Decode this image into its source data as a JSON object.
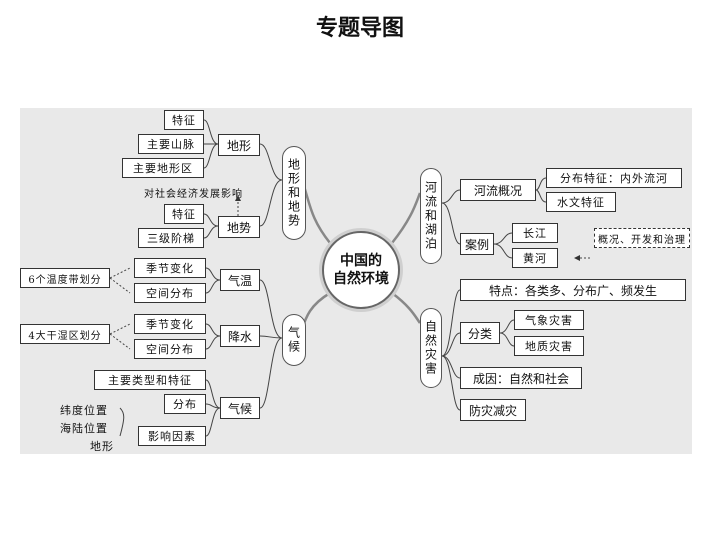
{
  "title": "专题导图",
  "center": {
    "line1": "中国的",
    "line2": "自然环境"
  },
  "branches": {
    "terrain": {
      "label": "地形和地势",
      "dixing": "地形",
      "dixing_items": [
        "特征",
        "主要山脉",
        "主要地形区"
      ],
      "impact_note": "对社会经济发展影响",
      "dishi": "地势",
      "dishi_items": [
        "特征",
        "三级阶梯"
      ]
    },
    "climate": {
      "label": "气候",
      "qiwen": "气温",
      "qiwen_items": [
        "季节变化",
        "空间分布"
      ],
      "qiwen_note": "6个温度带划分",
      "jiangshui": "降水",
      "jiangshui_items": [
        "季节变化",
        "空间分布"
      ],
      "jiangshui_note": "4大干湿区划分",
      "qihou": "气候",
      "qihou_items": [
        "主要类型和特征",
        "分布",
        "影响因素"
      ],
      "factors": [
        "纬度位置",
        "海陆位置",
        "地形"
      ]
    },
    "rivers": {
      "label": "河流和湖泊",
      "overview": "河流概况",
      "overview_items": [
        "分布特征：内外流河",
        "水文特征"
      ],
      "cases": "案例",
      "case_items": [
        "长江",
        "黄河"
      ],
      "case_note": "概况、开发和治理"
    },
    "disasters": {
      "label": "自然灾害",
      "features": "特点：各类多、分布广、频发生",
      "classify": "分类",
      "classify_items": [
        "气象灾害",
        "地质灾害"
      ],
      "causes": "成因：自然和社会",
      "prevention": "防灾减灾"
    }
  }
}
